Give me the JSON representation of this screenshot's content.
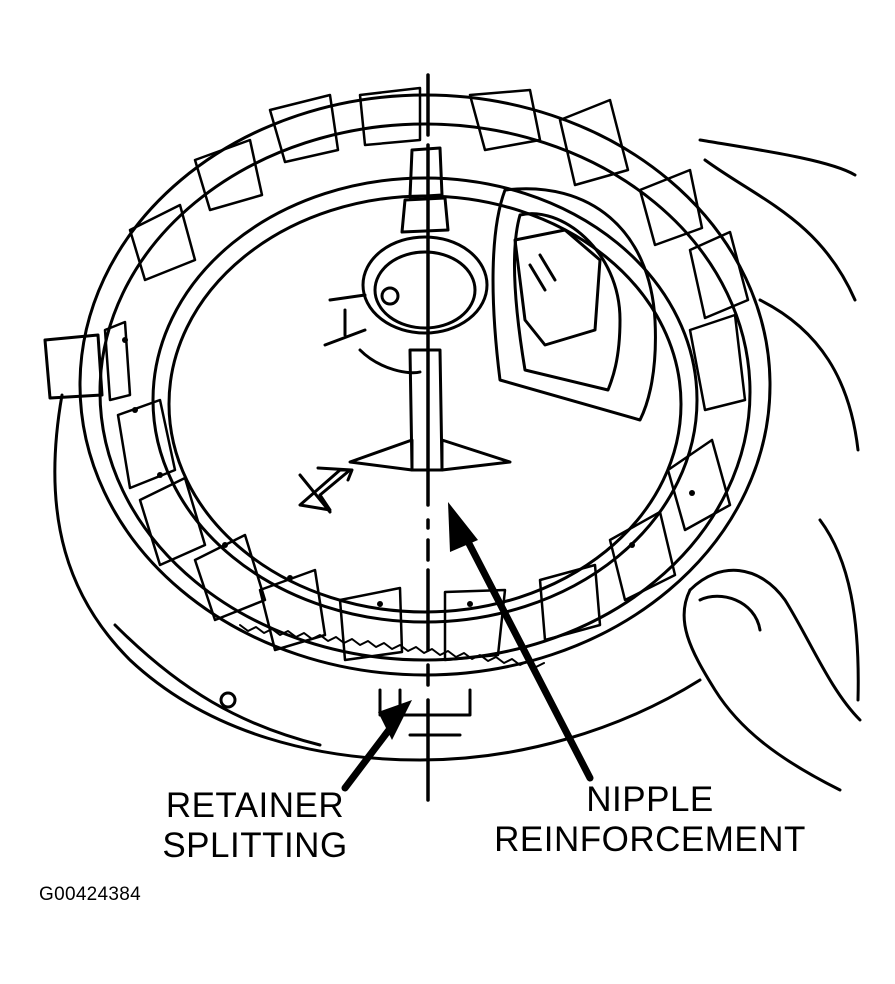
{
  "labels": {
    "retainer_line1": "RETAINER",
    "retainer_line2": "SPLITTING",
    "nipple_line1": "NIPPLE",
    "nipple_line2": "REINFORCEMENT"
  },
  "figure_code": "G00424384",
  "colors": {
    "ink": "#000000",
    "paper": "#ffffff"
  }
}
